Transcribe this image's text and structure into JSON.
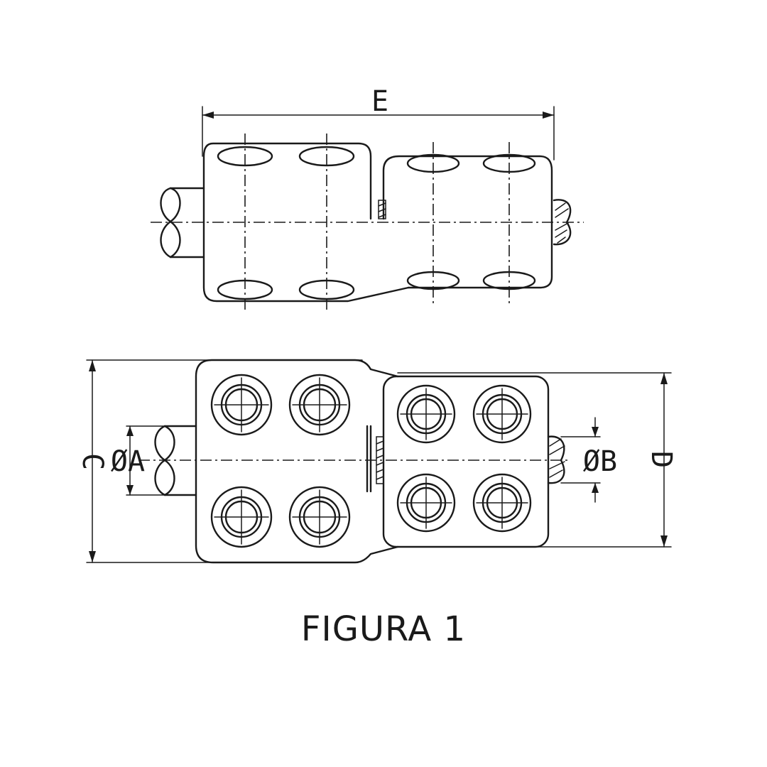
{
  "figure": {
    "caption": "FIGURA 1",
    "labels": {
      "E": "E",
      "C": "C",
      "A": "ØA",
      "B": "ØB",
      "D": "D"
    }
  }
}
